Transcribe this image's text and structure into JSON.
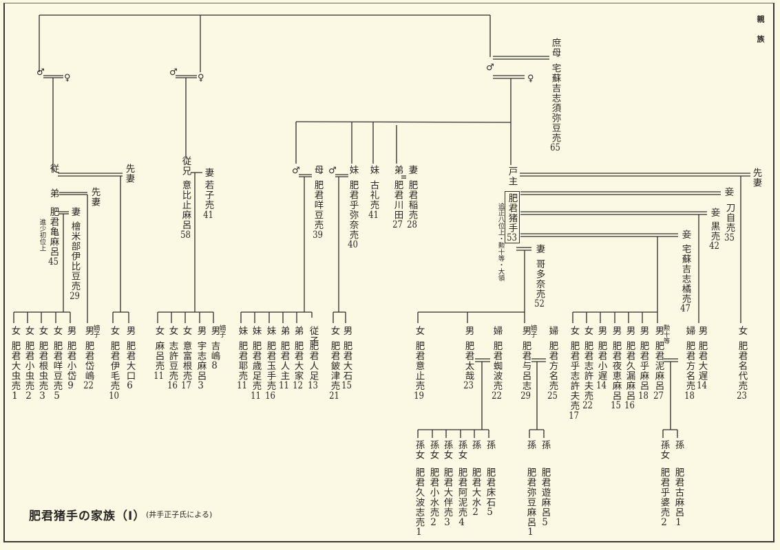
{
  "side_title": "親族",
  "caption": {
    "title": "肥君猪手の家族（Ⅰ）",
    "note": "(井手正子氏による)"
  },
  "symbols": {
    "male": "♂",
    "female": "♀"
  },
  "top": {
    "mother": {
      "role": "庶母",
      "name": "宅蘇吉志須弥豆売",
      "age": "65"
    }
  },
  "left_group": {
    "cousin": {
      "role": "従",
      "spouse_role": "先妻"
    },
    "brother": {
      "role": "弟",
      "spouse_role": "先妻"
    },
    "person": {
      "name": "肥君亀麻呂",
      "age": "45",
      "rank": "進少初位上",
      "spouse_role": "妻",
      "spouse_name": "檜米部伊比豆売",
      "spouse_age": "29"
    },
    "children": [
      {
        "rel": "女",
        "name": "肥君大虫売",
        "age": "1"
      },
      {
        "rel": "女",
        "name": "肥君小虫売",
        "age": "2"
      },
      {
        "rel": "女",
        "name": "肥君根虫売",
        "age": "3"
      },
      {
        "rel": "女",
        "name": "肥君咩豆売",
        "age": "5"
      },
      {
        "rel": "男",
        "name": "肥君小岱",
        "age": "9"
      },
      {
        "rel": "男",
        "name": "肥君岱嶋",
        "age": "22",
        "note": "嫡子"
      },
      {
        "rel": "女",
        "name": "肥君伊毛売",
        "age": "10"
      },
      {
        "rel": "男",
        "name": "肥君大口",
        "age": "6"
      }
    ]
  },
  "cousin2_group": {
    "role": "従兄",
    "name": "意比止麻呂",
    "age": "58",
    "spouse_role": "妻",
    "spouse_name": "若子売",
    "spouse_age": "41",
    "children": [
      {
        "rel": "女",
        "name": "麻呂売",
        "age": "11"
      },
      {
        "rel": "女",
        "name": "志許豆売",
        "age": "16"
      },
      {
        "rel": "女",
        "name": "意富根売",
        "age": "17"
      },
      {
        "rel": "男",
        "name": "宇志麻呂",
        "age": "3"
      },
      {
        "rel": "男",
        "name": "吉嶋",
        "age": "8",
        "note": "嫡子"
      }
    ]
  },
  "siblings": [
    {
      "role": "母",
      "name": "肥君咩豆売",
      "age": "39"
    },
    {
      "role": "妹",
      "name": "肥君乎弥奈売",
      "age": "40"
    },
    {
      "role": "妹",
      "name": "古礼売",
      "age": "41"
    },
    {
      "role": "弟",
      "name": "肥君川田",
      "age": "27",
      "spouse_role": "妻",
      "spouse_name": "肥君稲売",
      "spouse_age": "28"
    }
  ],
  "mother_children": [
    {
      "rel": "妹",
      "name": "肥君耶売",
      "age": "11"
    },
    {
      "rel": "妹",
      "name": "肥君歳足売",
      "age": "11"
    },
    {
      "rel": "妹",
      "name": "肥君玉手売",
      "age": "16"
    },
    {
      "rel": "弟",
      "name": "肥君人主",
      "age": "11"
    },
    {
      "rel": "弟",
      "name": "肥君大家",
      "age": "12"
    },
    {
      "rel": "従子",
      "name": "肥君人足",
      "age": "13"
    }
  ],
  "sister_children": [
    {
      "rel": "女",
      "name": "肥君鈹津売",
      "age": "21"
    },
    {
      "rel": "男",
      "name": "肥君大石",
      "age": "15"
    }
  ],
  "head": {
    "role": "戸主",
    "name": "肥君猪手",
    "age": "53",
    "rank": "追正八位上・勲十等・大領",
    "wives": [
      {
        "role": "先妻"
      },
      {
        "role": "妾",
        "name": "刀自売",
        "age": "35"
      },
      {
        "role": "妾",
        "name": "黒売",
        "age": "42"
      },
      {
        "role": "妾",
        "name": "宅蘇吉志橘売",
        "age": "47"
      },
      {
        "role": "妻",
        "name": "哥多奈売",
        "age": "52"
      }
    ]
  },
  "head_children": [
    {
      "rel": "女",
      "name": "肥君意止売",
      "age": "19"
    },
    {
      "rel": "男",
      "name": "肥君太哉",
      "age": "23"
    },
    {
      "rel": "婦",
      "name": "肥君蜘波売",
      "age": "22"
    },
    {
      "rel": "男",
      "name": "肥君与呂志",
      "age": "29",
      "note": "嫡子"
    },
    {
      "rel": "婦",
      "name": "肥君方名売",
      "age": "25"
    },
    {
      "rel": "女",
      "name": "肥君乎志許夫売",
      "age": "17"
    },
    {
      "rel": "女",
      "name": "肥君志許夫売",
      "age": "22"
    },
    {
      "rel": "男",
      "name": "肥君小遅",
      "age": "14"
    },
    {
      "rel": "男",
      "name": "肥君夜恵麻呂",
      "age": "15"
    },
    {
      "rel": "男",
      "name": "肥君久漏麻呂",
      "age": "16"
    },
    {
      "rel": "男",
      "name": "肥君乎麻呂",
      "age": "18"
    },
    {
      "rel": "男",
      "name": "肥君泥麻呂",
      "age": "27",
      "note": "勲十等"
    },
    {
      "rel": "婦",
      "name": "肥君方名売",
      "age": "18"
    },
    {
      "rel": "男",
      "name": "肥君大遅",
      "age": "14"
    },
    {
      "rel": "女",
      "name": "肥君名代売",
      "age": "23"
    }
  ],
  "grandchildren_a": [
    {
      "rel": "孫女",
      "name": "肥君久波志売",
      "age": "1"
    },
    {
      "rel": "孫女",
      "name": "肥君小水売",
      "age": "2"
    },
    {
      "rel": "孫女",
      "name": "肥君大伴売",
      "age": "3"
    },
    {
      "rel": "孫女",
      "name": "肥君阿泥売",
      "age": "4"
    },
    {
      "rel": "孫",
      "name": "肥君大水",
      "age": "2"
    },
    {
      "rel": "孫",
      "name": "肥君床石",
      "age": "5"
    }
  ],
  "grandchildren_b": [
    {
      "rel": "孫",
      "name": "肥君弥豆麻呂",
      "age": "1"
    },
    {
      "rel": "孫",
      "name": "肥君遊麻呂",
      "age": "5"
    }
  ],
  "grandchildren_c": [
    {
      "rel": "孫女",
      "name": "肥君乎婆売",
      "age": "2"
    },
    {
      "rel": "孫",
      "name": "肥君古麻呂",
      "age": "1"
    }
  ]
}
